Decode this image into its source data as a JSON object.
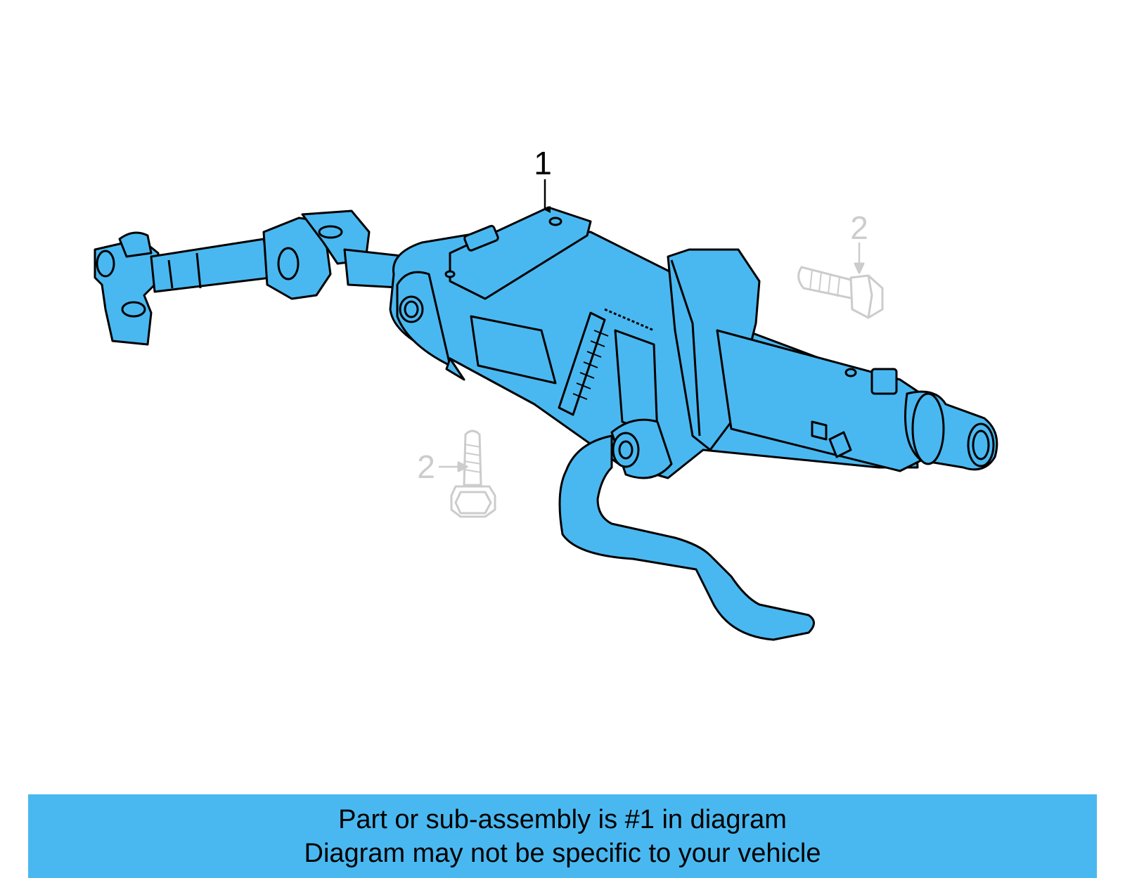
{
  "diagram": {
    "callouts": [
      {
        "id": "1",
        "label": "1"
      },
      {
        "id": "2a",
        "label": "2"
      },
      {
        "id": "2b",
        "label": "2"
      }
    ]
  },
  "banner": {
    "line1": "Part or sub-assembly is #1 in diagram",
    "line2": "Diagram may not be specific to your vehicle"
  },
  "colors": {
    "highlight": "#4ab8f0",
    "outline": "#000000",
    "ghost": "#cccccc"
  }
}
